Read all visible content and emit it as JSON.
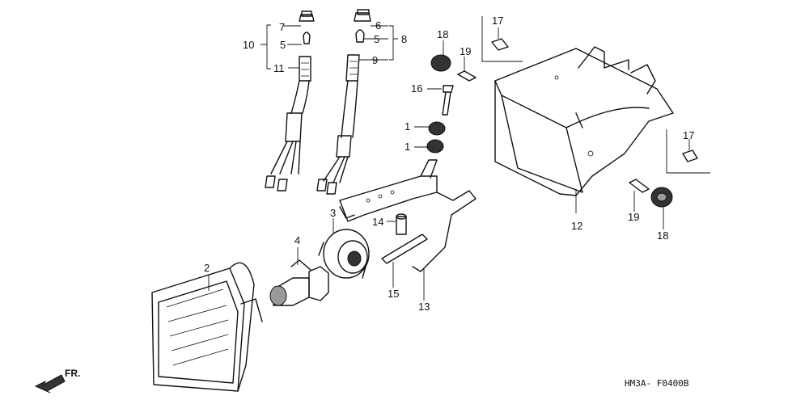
{
  "diagram": {
    "callouts": [
      {
        "id": "c1a",
        "text": "1"
      },
      {
        "id": "c1b",
        "text": "1"
      },
      {
        "id": "c2",
        "text": "2"
      },
      {
        "id": "c3",
        "text": "3"
      },
      {
        "id": "c4",
        "text": "4"
      },
      {
        "id": "c5a",
        "text": "5"
      },
      {
        "id": "c5b",
        "text": "5"
      },
      {
        "id": "c6",
        "text": "6"
      },
      {
        "id": "c7",
        "text": "7"
      },
      {
        "id": "c8",
        "text": "8"
      },
      {
        "id": "c9",
        "text": "9"
      },
      {
        "id": "c10",
        "text": "10"
      },
      {
        "id": "c11",
        "text": "11"
      },
      {
        "id": "c12",
        "text": "12"
      },
      {
        "id": "c13",
        "text": "13"
      },
      {
        "id": "c14",
        "text": "14"
      },
      {
        "id": "c15",
        "text": "15"
      },
      {
        "id": "c16",
        "text": "16"
      },
      {
        "id": "c17a",
        "text": "17"
      },
      {
        "id": "c17b",
        "text": "17"
      },
      {
        "id": "c18a",
        "text": "18"
      },
      {
        "id": "c18b",
        "text": "18"
      },
      {
        "id": "c19a",
        "text": "19"
      },
      {
        "id": "c19b",
        "text": "19"
      }
    ],
    "direction_label": "FR.",
    "diagram_code": "HM3A- F0400B"
  }
}
